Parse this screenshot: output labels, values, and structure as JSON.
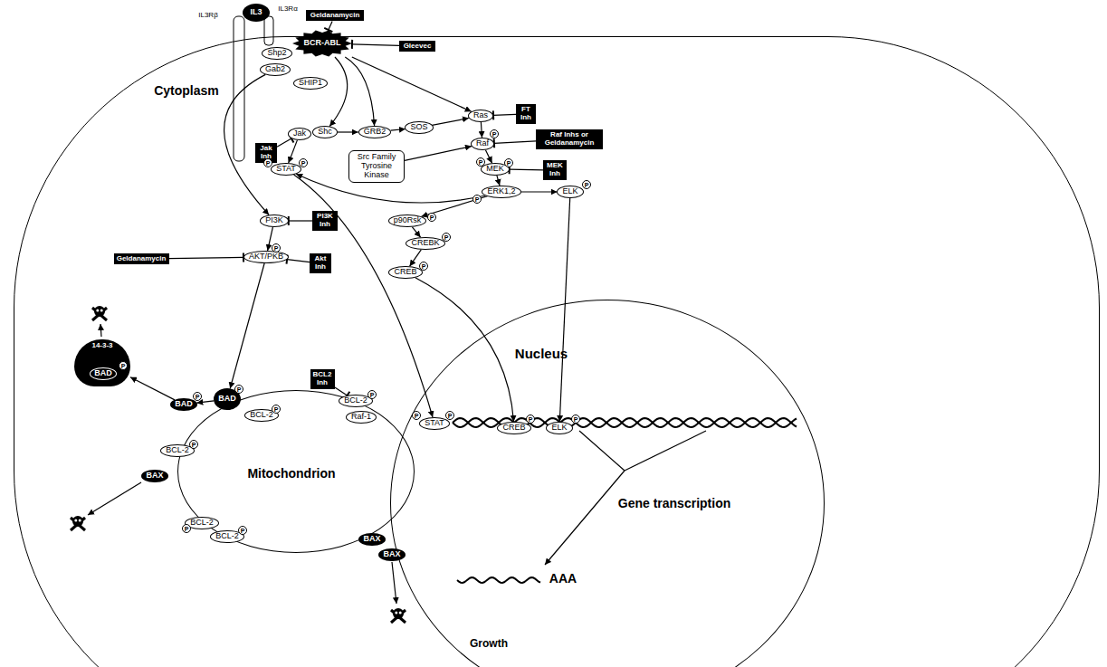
{
  "diagram": {
    "nodes": [
      {
        "text": [
          "Cytoplasm"
        ]
      },
      {
        "text": [
          "Nucleus"
        ],
        "in": 0
      },
      {
        "text": [
          "Mitochondrion"
        ],
        "in": 0
      },
      {
        "text": [
          "IL3"
        ]
      },
      {
        "text": [
          "Geldanamycin"
        ]
      },
      {
        "text": [
          "BCR-ABL"
        ],
        "in": 0
      },
      {
        "text": [
          "Gleevec"
        ],
        "in": 0
      },
      {
        "text": [
          "Shp2"
        ],
        "in": 0
      },
      {
        "text": [
          "Gab2"
        ],
        "in": 0
      },
      {
        "text": [
          "SHIP1"
        ],
        "in": 0
      },
      {
        "text": [
          "Ras"
        ],
        "in": 0
      },
      {
        "text": [
          "FT Inh"
        ],
        "in": 0
      },
      {
        "text": [
          "Raf"
        ],
        "in": 0
      },
      {
        "text": [
          "Raf Inhs or Geldanamycin"
        ],
        "in": 0
      },
      {
        "text": [
          "MEK"
        ],
        "in": 0
      },
      {
        "text": [
          "MEK Inh"
        ],
        "in": 0
      },
      {
        "text": [
          "ERK1,2"
        ],
        "in": 0
      },
      {
        "text": [
          "ELK"
        ],
        "in": 0
      },
      {
        "text": [
          "Jak"
        ],
        "in": 0
      },
      {
        "text": [
          "Jak Inh"
        ],
        "in": 0
      },
      {
        "text": [
          "Shc"
        ],
        "in": 0
      },
      {
        "text": [
          "GRB2"
        ],
        "in": 0
      },
      {
        "text": [
          "SOS"
        ],
        "in": 0
      },
      {
        "text": [
          "Src Family Tyrosine Kinase"
        ],
        "in": 0
      },
      {
        "text": [
          "STAT"
        ],
        "in": 0
      },
      {
        "text": [
          "PI3K"
        ],
        "in": 0
      },
      {
        "text": [
          "PI3K Inh"
        ],
        "in": 0
      },
      {
        "text": [
          "AKT/PKB"
        ],
        "in": 0
      },
      {
        "text": [
          "Akt Inh"
        ],
        "in": 0
      },
      {
        "text": [
          "Geldanamycin"
        ],
        "in": 0
      },
      {
        "text": [
          "p90Rsk"
        ],
        "in": 0
      },
      {
        "text": [
          "CREBK"
        ],
        "in": 0
      },
      {
        "text": [
          "CREB"
        ],
        "in": 0
      },
      {
        "text": [
          "STAT"
        ],
        "in": 1
      },
      {
        "text": [
          "CREB"
        ],
        "in": 1
      },
      {
        "text": [
          "ELK"
        ],
        "in": 1
      },
      {
        "text": [
          "14-3-3"
        ],
        "in": 0
      },
      {
        "text": [
          "BAD"
        ],
        "in": 36
      },
      {
        "text": [
          "BAD"
        ],
        "in": 0
      },
      {
        "text": [
          "BAD"
        ],
        "in": 0
      },
      {
        "text": [
          "BCL2 Inh"
        ],
        "in": 0
      },
      {
        "text": [
          "BCL-2"
        ],
        "in": 0
      },
      {
        "text": [
          "Raf-1"
        ],
        "in": 0
      },
      {
        "text": [
          "BCL-2"
        ],
        "in": 0
      },
      {
        "text": [
          "BCL-2"
        ],
        "in": 0
      },
      {
        "text": [
          "BAX"
        ],
        "in": 0
      },
      {
        "text": [
          "BCL-2"
        ],
        "in": 0
      },
      {
        "text": [
          "BCL-2"
        ],
        "in": 0
      },
      {
        "text": [
          "BAX"
        ],
        "in": 0
      },
      {
        "text": [
          "BAX"
        ],
        "in": 0
      }
    ],
    "edges": [
      {
        "from": 4,
        "to": 5,
        "arrow": "to"
      },
      {
        "from": 6,
        "to": 5,
        "arrow": "to"
      },
      {
        "from": 5,
        "to": 20,
        "arrow": "to"
      },
      {
        "from": 5,
        "to": 21,
        "arrow": "to"
      },
      {
        "from": 5,
        "to": 10,
        "arrow": "to"
      },
      {
        "from": 8,
        "to": 25,
        "arrow": "to"
      },
      {
        "from": 20,
        "to": 21,
        "arrow": "to"
      },
      {
        "from": 21,
        "to": 22,
        "arrow": "to"
      },
      {
        "from": 22,
        "to": 10,
        "arrow": "to"
      },
      {
        "from": 11,
        "to": 10,
        "arrow": "to"
      },
      {
        "from": 10,
        "to": 12,
        "arrow": "to"
      },
      {
        "from": 13,
        "to": 12,
        "arrow": "to"
      },
      {
        "from": 12,
        "to": 14,
        "arrow": "to"
      },
      {
        "from": 15,
        "to": 14,
        "arrow": "to"
      },
      {
        "from": 14,
        "to": 16,
        "arrow": "to"
      },
      {
        "from": 16,
        "to": 17,
        "arrow": "to"
      },
      {
        "from": 19,
        "to": 18,
        "arrow": "to"
      },
      {
        "from": 18,
        "to": 24,
        "arrow": "to"
      },
      {
        "from": 16,
        "to": 24,
        "arrow": "to"
      },
      {
        "from": 24,
        "to": 33,
        "arrow": "to"
      },
      {
        "from": 16,
        "to": 30,
        "arrow": "to"
      },
      {
        "from": 30,
        "to": 31,
        "arrow": "to"
      },
      {
        "from": 31,
        "to": 32,
        "arrow": "to"
      },
      {
        "from": 32,
        "to": 34,
        "arrow": "to"
      },
      {
        "from": 17,
        "to": 35,
        "arrow": "to"
      },
      {
        "from": 26,
        "to": 25,
        "arrow": "to"
      },
      {
        "from": 25,
        "to": 27,
        "arrow": "to"
      },
      {
        "from": 28,
        "to": 27,
        "arrow": "to"
      },
      {
        "from": 29,
        "to": 27,
        "arrow": "to"
      },
      {
        "from": 27,
        "to": 39,
        "arrow": "to"
      },
      {
        "from": 39,
        "to": 38,
        "arrow": "to"
      },
      {
        "from": 38,
        "to": 36,
        "arrow": "to"
      },
      {
        "from": 40,
        "to": 41,
        "arrow": "to"
      },
      {
        "from": 23,
        "to": 12,
        "arrow": "to"
      }
    ],
    "labels": [
      "IL3Rβ",
      "IL3Rα",
      "Gene transcription",
      "AAA",
      "Growth",
      "P",
      "P",
      "P",
      "P",
      "P",
      "P",
      "P",
      "P",
      "P",
      "P",
      "P",
      "P",
      "P",
      "P",
      "P",
      "P",
      "P",
      "P",
      "P",
      "P",
      "P",
      "P",
      "P"
    ]
  }
}
